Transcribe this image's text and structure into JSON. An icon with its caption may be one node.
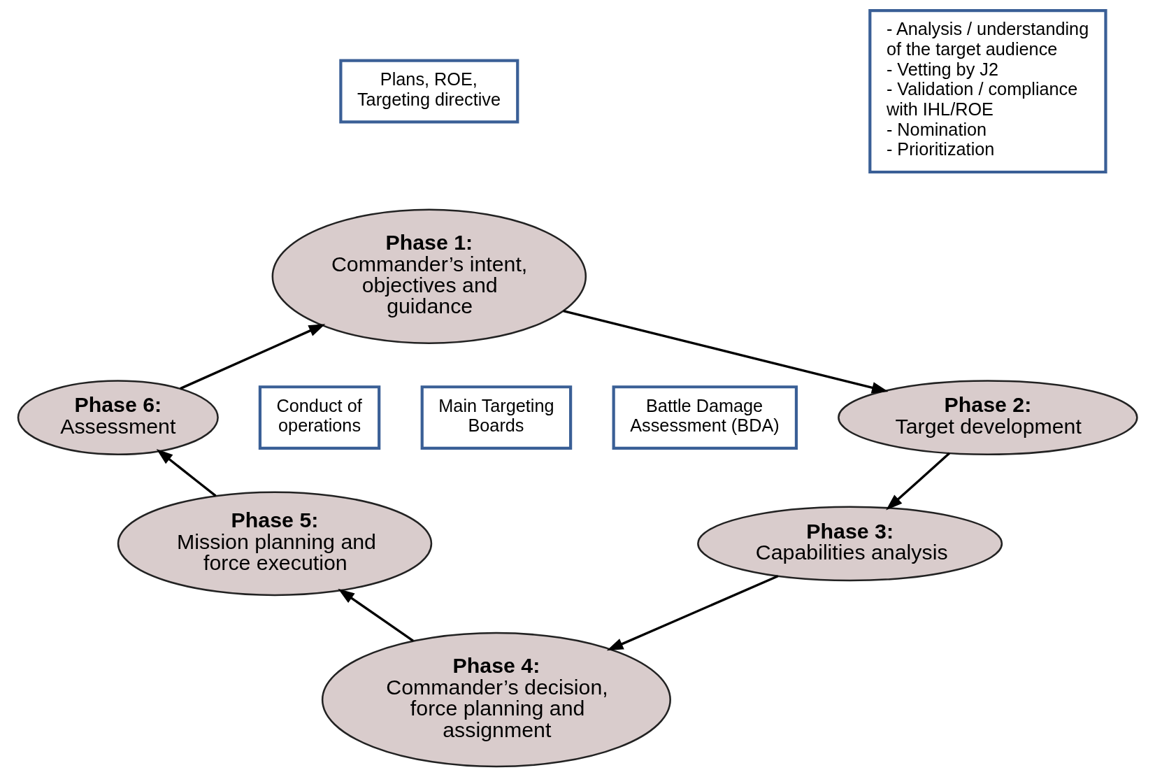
{
  "diagram": {
    "nodes": [
      {
        "text": [
          "Plans, ROE, Targeting directive"
        ]
      },
      {
        "text": [
          "- Analysis / understanding of the target audience",
          "- Vetting by J2",
          "- Validation / compliance with IHL/ROE",
          "- Nomination",
          "- Prioritization"
        ]
      },
      {
        "text": [
          "Phase 1:",
          "Commander’s intent, objectives and guidance"
        ]
      },
      {
        "text": [
          "Battle Damage Assessment (BDA)"
        ]
      },
      {
        "text": [
          "Phase 6:",
          "Assessment"
        ]
      },
      {
        "text": [
          "Phase 2:",
          "Target development"
        ]
      },
      {
        "text": [
          "Conduct of operations"
        ]
      },
      {
        "text": [
          "Main Targeting Boards"
        ]
      },
      {
        "text": [
          "Phase 5:",
          "Mission planning and force execution"
        ]
      },
      {
        "text": [
          "Phase 3:",
          "Capabilities analysis"
        ]
      },
      {
        "text": [
          "Phase 4:",
          "Commander’s decision, force planning and assignment"
        ]
      }
    ],
    "edges": [
      {
        "from": 2,
        "to": 5,
        "arrow": "to"
      },
      {
        "from": 5,
        "to": 9,
        "arrow": "to"
      },
      {
        "from": 9,
        "to": 10,
        "arrow": "to"
      },
      {
        "from": 10,
        "to": 8,
        "arrow": "to"
      },
      {
        "from": 8,
        "to": 4,
        "arrow": "to"
      },
      {
        "from": 4,
        "to": 2,
        "arrow": "to"
      }
    ]
  }
}
